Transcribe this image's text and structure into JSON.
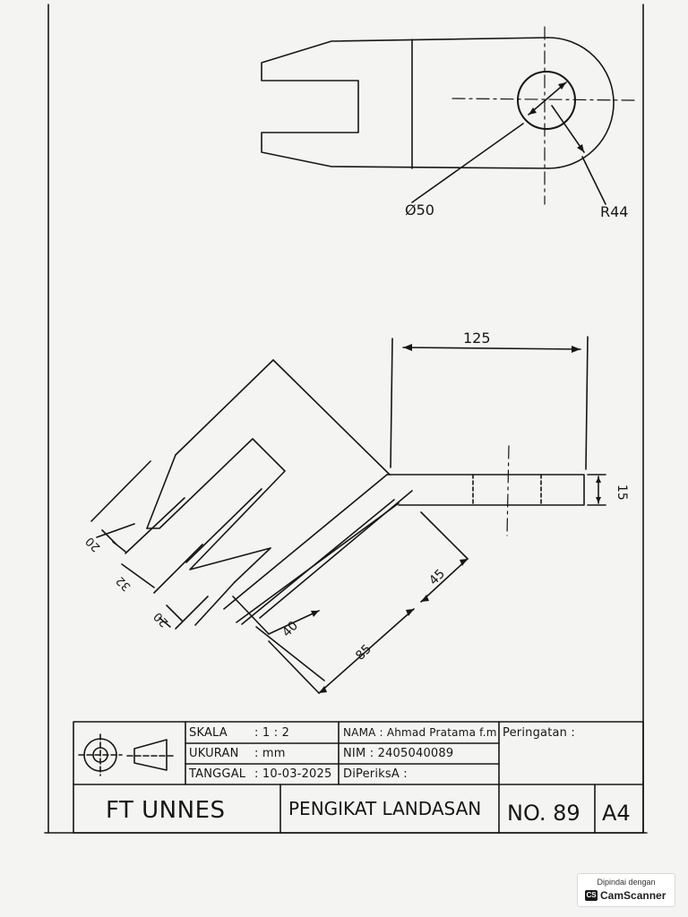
{
  "views": {
    "top": {
      "dim_hole": "Ø50",
      "dim_radius": "R44"
    },
    "front": {
      "dim_length": "125",
      "dim_thickness": "15",
      "dim_slot_20a": "20",
      "dim_slot_32": "32",
      "dim_slot_20b": "20",
      "dim_40": "40",
      "dim_85": "85",
      "dim_45": "45"
    }
  },
  "title_block": {
    "skala_label": "SKALA",
    "skala_value": ": 1 : 2",
    "ukuran_label": "UKURAN",
    "ukuran_value": ": mm",
    "tanggal_label": "TANGGAL",
    "tanggal_value": ": 10-03-2025",
    "nama": "NAMA : Ahmad Pratama f.m",
    "nim": "NIM : 2405040089",
    "diperiksa": "DiPeriksA :",
    "peringatan": "Peringatan :",
    "institution": "FT UNNES",
    "drawing_title": "PENGIKAT LANDASAN",
    "number": "NO. 89",
    "paper_size": "A4"
  },
  "scanner": {
    "caption": "Dipindai dengan",
    "logo": "CS",
    "brand": "CamScanner"
  }
}
